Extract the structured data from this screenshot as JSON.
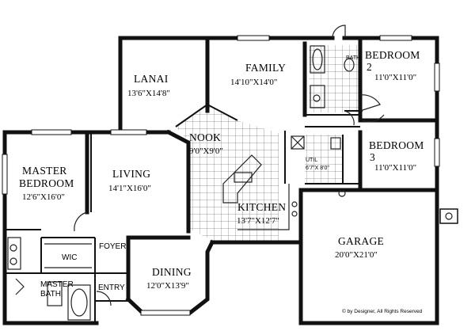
{
  "rooms": {
    "lanai": {
      "name": "LANAI",
      "dim": "13'6\"X14'8\""
    },
    "family": {
      "name": "FAMILY",
      "dim": "14'10\"X14'0\""
    },
    "bath": {
      "name": "BATH"
    },
    "bedroom2": {
      "name": "BEDROOM",
      "num": "2",
      "dim": "11'0\"X11'0\""
    },
    "nook": {
      "name": "NOOK",
      "dim": "9'0\"X9'0\""
    },
    "bedroom3": {
      "name": "BEDROOM",
      "num": "3",
      "dim": "11'0\"X11'0\""
    },
    "master": {
      "name1": "MASTER",
      "name2": "BEDROOM",
      "dim": "12'6\"X16'0\""
    },
    "living": {
      "name": "LIVING",
      "dim": "14'1\"X16'0\""
    },
    "util": {
      "name": "UTIL",
      "dim": "6'7\"X 8'0\""
    },
    "kitchen": {
      "name": "KITCHEN",
      "dim": "13'7\"X12'7\""
    },
    "garage": {
      "name": "GARAGE",
      "dim": "20'0\"X21'0\""
    },
    "wic": {
      "name": "WIC"
    },
    "foyer": {
      "name": "FOYER"
    },
    "dining": {
      "name": "DINING",
      "dim": "12'0\"X13'9\""
    },
    "masterbath": {
      "name1": "MASTER",
      "name2": "BATH"
    },
    "entry": {
      "name": "ENTRY"
    }
  },
  "copyright": "© by Designer, All Rights Reserved"
}
